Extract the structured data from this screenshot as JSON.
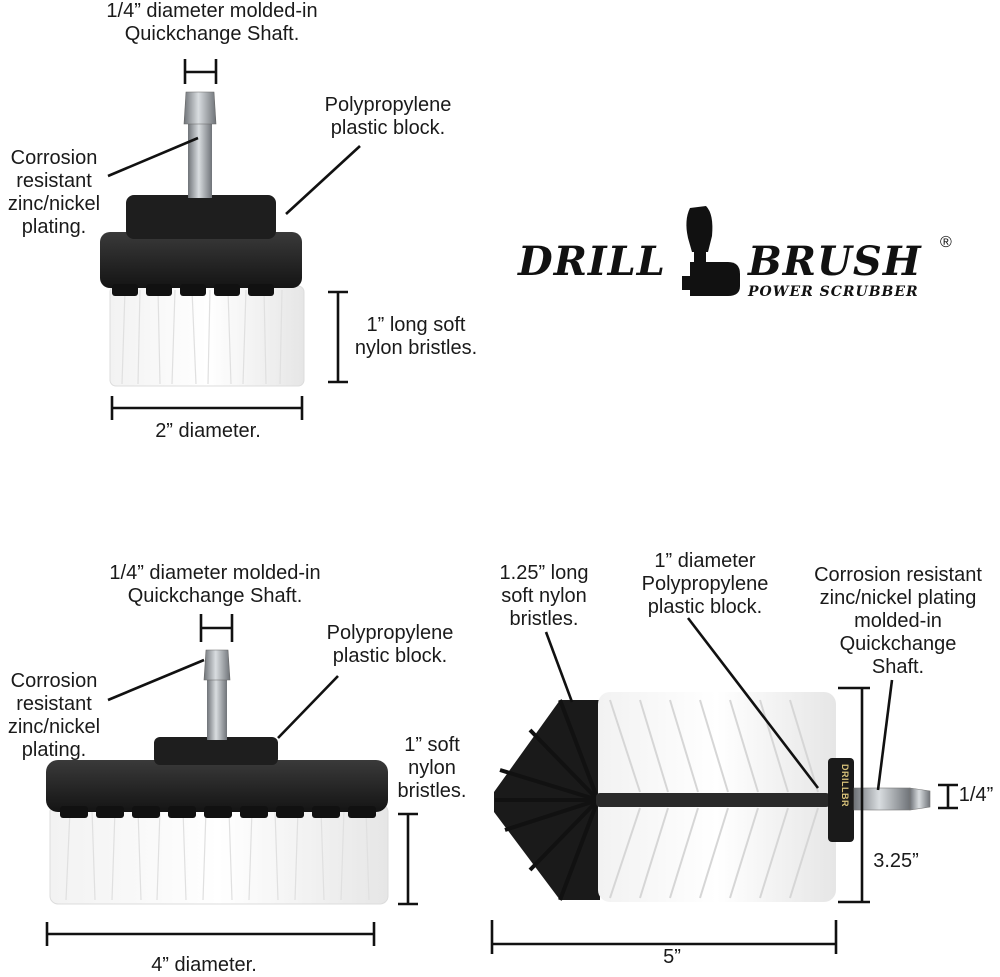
{
  "brand": {
    "word1": "DRILL",
    "word2": "BRUSH",
    "tagline": "POWER SCRUBBER",
    "registered": "®",
    "handle_text": "DRILLBR"
  },
  "brush_small": {
    "shaft": "1/4” diameter molded-in\nQuickchange Shaft.",
    "block": "Polypropylene\nplastic block.",
    "plating": "Corrosion\nresistant\nzinc/nickel\nplating.",
    "bristles": "1” long soft\nnylon bristles.",
    "diameter": "2” diameter."
  },
  "brush_large": {
    "shaft": "1/4” diameter molded-in\nQuickchange Shaft.",
    "block": "Polypropylene\nplastic block.",
    "plating": "Corrosion\nresistant\nzinc/nickel\nplating.",
    "bristles": "1” soft\nnylon\nbristles.",
    "diameter": "4” diameter."
  },
  "brush_cylinder": {
    "bristles": "1.25” long\nsoft nylon\nbristles.",
    "block": "1” diameter\nPolypropylene\nplastic block.",
    "plating": "Corrosion resistant\nzinc/nickel plating\nmolded-in\nQuickchange\nShaft.",
    "shaft_size": "1/4”",
    "height": "3.25”",
    "length": "5”"
  }
}
